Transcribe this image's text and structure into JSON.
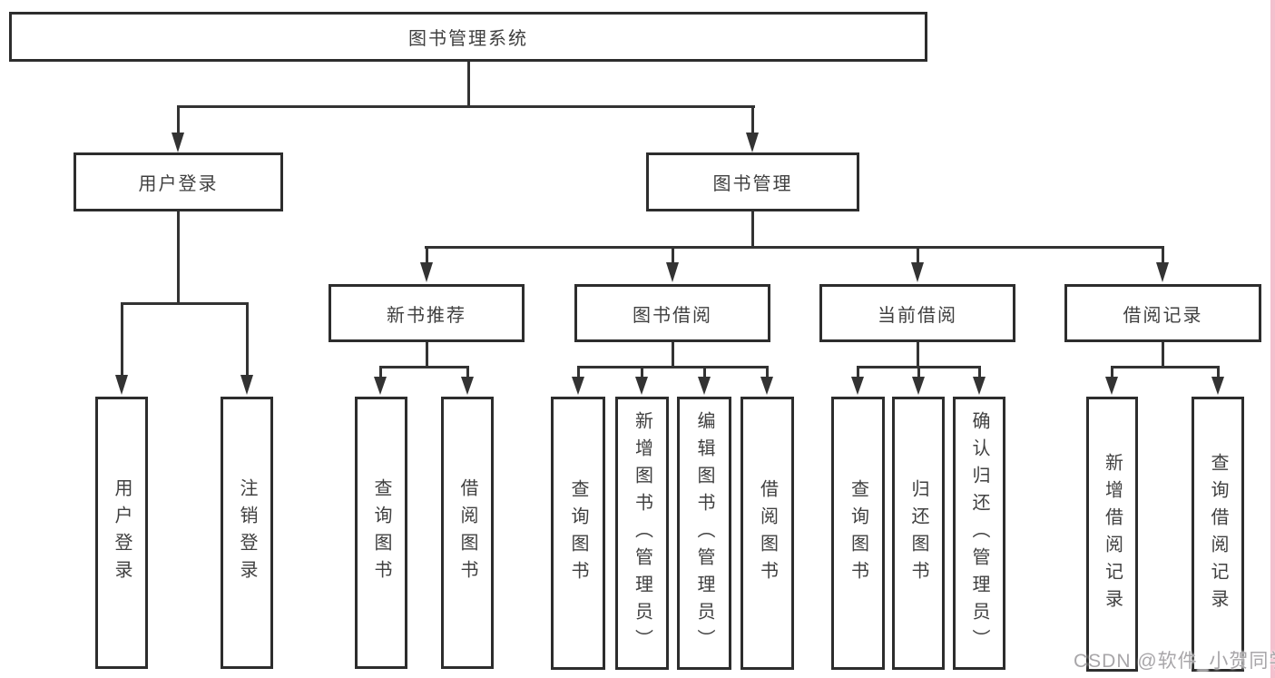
{
  "diagram": {
    "root": {
      "label": "图书管理系统"
    },
    "branches": [
      {
        "label": "用户登录",
        "children": [
          {
            "label": "用户登录"
          },
          {
            "label": "注销登录"
          }
        ]
      },
      {
        "label": "图书管理",
        "sections": [
          {
            "label": "新书推荐",
            "children": [
              {
                "label": "查询图书"
              },
              {
                "label": "借阅图书"
              }
            ]
          },
          {
            "label": "图书借阅",
            "children": [
              {
                "label": "查询图书"
              },
              {
                "label": "新增图书（管理员）"
              },
              {
                "label": "编辑图书（管理员）"
              },
              {
                "label": "借阅图书"
              }
            ]
          },
          {
            "label": "当前借阅",
            "children": [
              {
                "label": "查询图书"
              },
              {
                "label": "归还图书"
              },
              {
                "label": "确认归还（管理员）"
              }
            ]
          },
          {
            "label": "借阅记录",
            "children": [
              {
                "label": "新增借阅记录"
              },
              {
                "label": "查询借阅记录"
              }
            ]
          }
        ]
      }
    ]
  },
  "watermark": {
    "text": "CSDN @软件_小贺同学"
  },
  "colors": {
    "line": "#333333",
    "box_border": "#2d2d2d",
    "box_fill": "#ffffff",
    "text": "#404040",
    "watermark": "#a8a6a9",
    "right_strip": "#f4bfcd"
  }
}
